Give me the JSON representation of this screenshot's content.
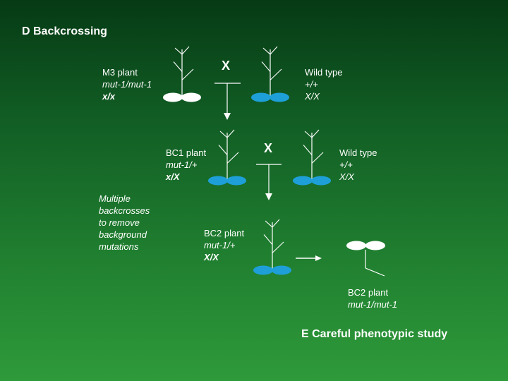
{
  "title": "D Backcrossing",
  "footer": "E Careful  phenotypic study",
  "cross_symbol": "X",
  "m3": {
    "line1": "M3 plant",
    "line2": "mut-1/mut-1",
    "line3": "x/x"
  },
  "wt_top": {
    "line1": "Wild type",
    "line2": "+/+",
    "line3": "X/X"
  },
  "bc1": {
    "line1": "BC1 plant",
    "line2": "mut-1/+",
    "line3": "x/X"
  },
  "wt_mid": {
    "line1": "Wild type",
    "line2": "+/+",
    "line3": "X/X"
  },
  "multiple": [
    "Multiple",
    "backcrosses",
    "to remove",
    "background",
    "mutations"
  ],
  "bc2a": {
    "line1": "BC2 plant",
    "line2": "mut-1/+",
    "line3": "X/X"
  },
  "bc2b": {
    "line1": "BC2 plant",
    "line2": "mut-1/mut-1"
  },
  "colors": {
    "mutant_leaf": "#ffffff",
    "wildtype_leaf": "#1e9fd8",
    "line": "#ffffff"
  }
}
